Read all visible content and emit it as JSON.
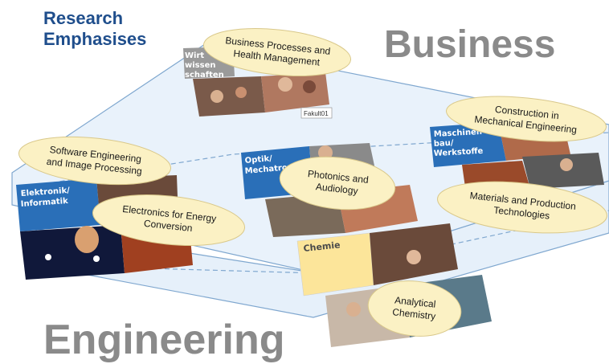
{
  "heading": {
    "line1": "Research",
    "line2": "Emphasises"
  },
  "corner_labels": {
    "business": "Business",
    "engineering": "Engineering"
  },
  "faculty_panels": {
    "wirtschaft": {
      "line1": "Wirt",
      "line2": "wissen",
      "line3": "schaften"
    },
    "elektronik": {
      "line1": "Elektronik/",
      "line2": "Informatik"
    },
    "optik": {
      "line1": "Optik/",
      "line2": "Mechatronik"
    },
    "maschinen": {
      "line1": "Maschinen",
      "line2": "bau/",
      "line3": "Werkstoffe"
    },
    "chemie": "Chemie"
  },
  "tag_label": "Fakult01",
  "bubbles": {
    "business_processes": [
      "Business Processes and",
      "Health Management"
    ],
    "software": [
      "Software Engineering",
      "and Image Processing"
    ],
    "electronics": [
      "Electronics for Energy",
      "Conversion"
    ],
    "photonics": [
      "Photonics and",
      "Audiology"
    ],
    "construction": [
      "Construction in",
      "Mechanical Engineering"
    ],
    "materials": [
      "Materials and Production",
      "Technologies"
    ],
    "analytical": [
      "Analytical",
      "Chemistry"
    ]
  },
  "colors": {
    "heading": "#1f4e8c",
    "corner_text": "#8a8a8a",
    "plane_fill": "#e6f0fa",
    "plane_stroke": "#7fa7cf",
    "bubble_fill": "#fbf1c4",
    "faculty_blue": "#2a6fb8",
    "chemie_yellow": "#fce59a"
  }
}
